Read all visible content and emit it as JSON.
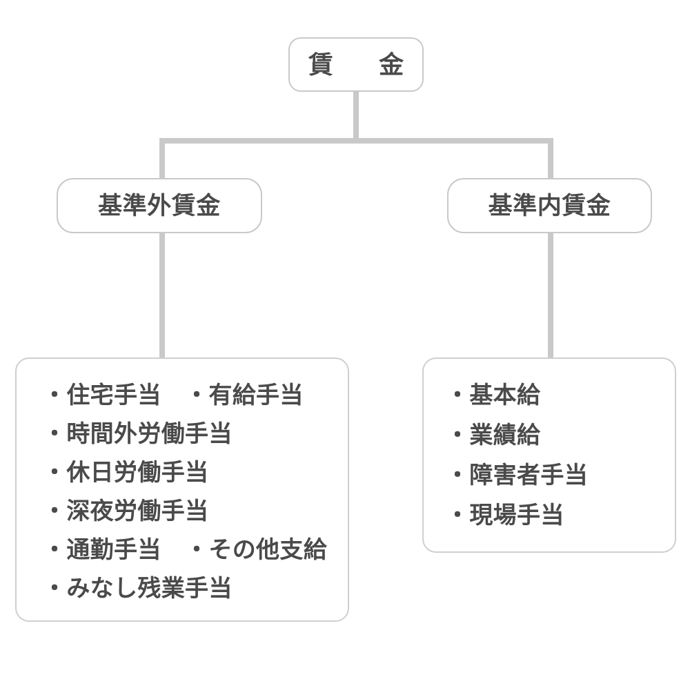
{
  "diagram": {
    "type": "org-tree",
    "title": "賃金 分類図",
    "colors": {
      "text": "#4a4a4a",
      "border": "#c9c9c9",
      "connector": "#c9c9c9",
      "background": "#ffffff"
    },
    "root": {
      "label": "賃　金"
    },
    "branches": [
      {
        "id": "kijungai",
        "label": "基準外賃金",
        "items": [
          "・住宅手当　・有給手当",
          "・時間外労働手当",
          "・休日労働手当",
          "・深夜労働手当",
          "・通勤手当　・その他支給",
          "・みなし残業手当"
        ]
      },
      {
        "id": "kijunnai",
        "label": "基準内賃金",
        "items": [
          "・基本給",
          "・業績給",
          "・障害者手当",
          "・現場手当"
        ]
      }
    ]
  }
}
